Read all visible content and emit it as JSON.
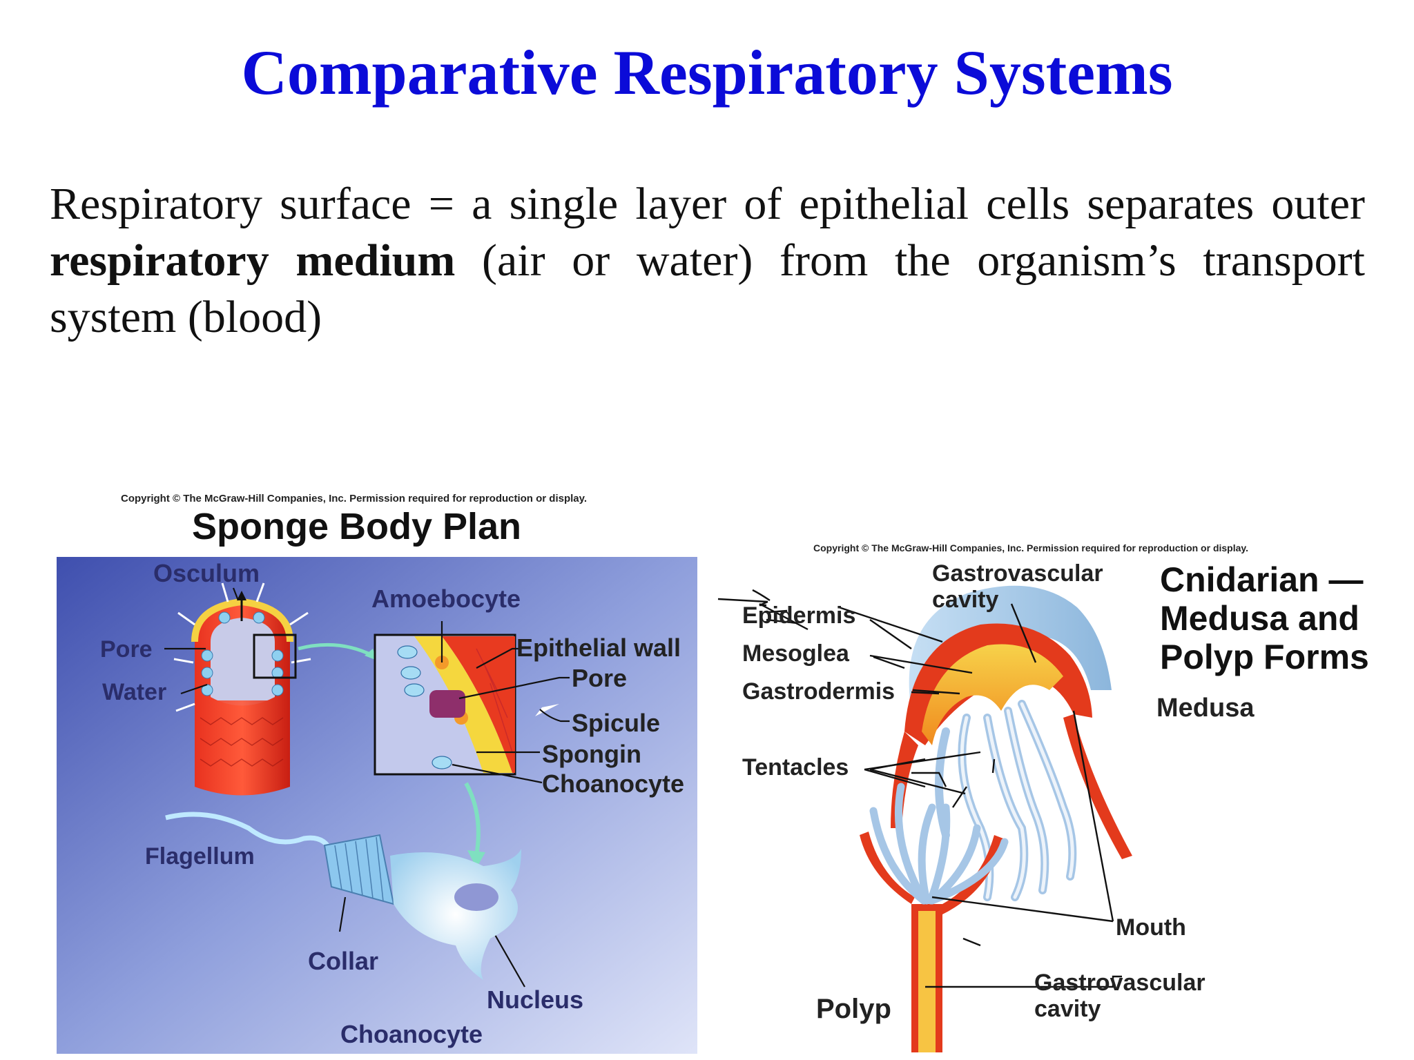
{
  "slide": {
    "title": "Comparative Respiratory Systems",
    "body_part1": "Respiratory surface = a single layer of epithelial cells separates outer ",
    "body_bold": "respiratory medium",
    "body_part2": " (air or water) from the organism’s transport system (blood)"
  },
  "sponge": {
    "copyright": "Copyright © The McGraw-Hill Companies, Inc. Permission required for reproduction or display.",
    "title": "Sponge Body Plan",
    "labels": {
      "osculum": "Osculum",
      "pore": "Pore",
      "water": "Water",
      "amoebocyte": "Amoebocyte",
      "epithelial_wall": "Epithelial wall",
      "pore2": "Pore",
      "spicule": "Spicule",
      "spongin": "Spongin",
      "choanocyte": "Choanocyte",
      "flagellum": "Flagellum",
      "collar": "Collar",
      "nucleus": "Nucleus",
      "choanocyte_caption": "Choanocyte"
    }
  },
  "cnidarian": {
    "copyright": "Copyright © The McGraw-Hill Companies, Inc. Permission required for reproduction or display.",
    "title_line1": "Cnidarian —",
    "title_line2": "Medusa and",
    "title_line3": "Polyp Forms",
    "labels": {
      "medusa": "Medusa",
      "gastrovascular_line1": "Gastrovascular",
      "gastrovascular_line2": "cavity",
      "epidermis": "Epidermis",
      "mesoglea": "Mesoglea",
      "gastrodermis": "Gastrodermis",
      "tentacles": "Tentacles",
      "mouth": "Mouth",
      "gastrovascular2_line1": "Gastrovascular",
      "gastrovascular2_line2": "cavity",
      "polyp": "Polyp"
    }
  }
}
